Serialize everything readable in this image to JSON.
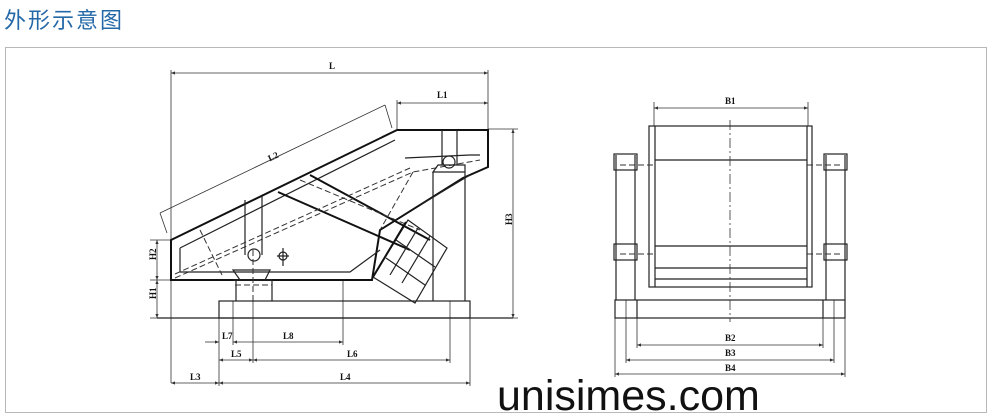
{
  "title": "外形示意图",
  "watermark": "unisimes.com",
  "side_view": {
    "dimensions": {
      "L": "L",
      "L1": "L1",
      "L2": "L2",
      "L3": "L3",
      "L4": "L4",
      "L5": "L5",
      "L6": "L6",
      "L7": "L7",
      "L8": "L8",
      "H1": "H1",
      "H2": "H2",
      "H3": "H3"
    }
  },
  "end_view": {
    "dimensions": {
      "B1": "B1",
      "B2": "B2",
      "B3": "B3",
      "B4": "B4"
    }
  }
}
